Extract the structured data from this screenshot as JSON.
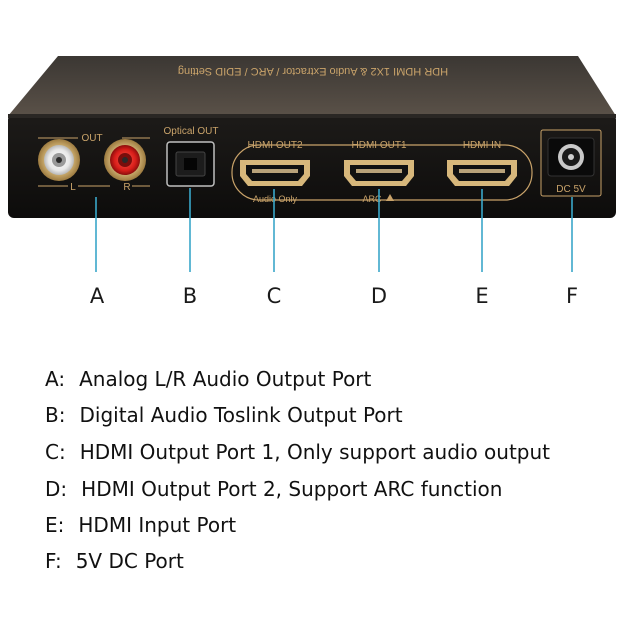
{
  "device": {
    "top_text": "HDR HDMI 1X2 & Audio Extractor / ARC / EDID Setting",
    "labels": {
      "out": "OUT",
      "left": "L",
      "right": "R",
      "optical": "Optical OUT",
      "hdmi_out2": "HDMI OUT2",
      "hdmi_out1": "HDMI OUT1",
      "hdmi_in": "HDMI IN",
      "audio_only": "Audio Only",
      "arc": "ARC",
      "dc": "DC 5V"
    },
    "colors": {
      "panel": "#151413",
      "gold": "#c9a36a",
      "lead_line": "#3aa7c9"
    }
  },
  "ports": [
    {
      "letter": "A"
    },
    {
      "letter": "B"
    },
    {
      "letter": "C"
    },
    {
      "letter": "D"
    },
    {
      "letter": "E"
    },
    {
      "letter": "F"
    }
  ],
  "legend": [
    {
      "letter": "A",
      "text": "Analog L/R Audio Output Port"
    },
    {
      "letter": "B",
      "text": "Digital Audio Toslink Output Port"
    },
    {
      "letter": "C",
      "text": "HDMI Output Port 1, Only support audio output"
    },
    {
      "letter": "D",
      "text": "HDMI Output Port 2, Support ARC function"
    },
    {
      "letter": "E",
      "text": "HDMI Input Port"
    },
    {
      "letter": "F",
      "text": "5V DC Port"
    }
  ],
  "legend_separator": ":"
}
